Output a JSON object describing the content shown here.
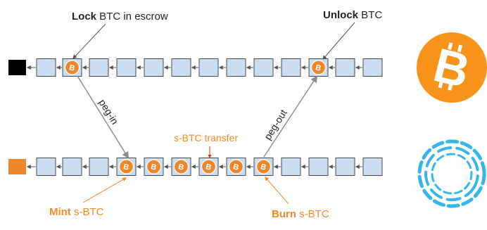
{
  "labels": {
    "lock_bold": "Lock",
    "lock_rest": " BTC in escrow",
    "unlock_bold": "Unlock",
    "unlock_rest": " BTC",
    "peg_in": "peg-in",
    "peg_out": "peg-out",
    "transfer": "s-BTC transfer",
    "mint_bold": "Mint",
    "mint_rest": " s-BTC",
    "burn_bold": "Burn",
    "burn_rest": " s-BTC"
  },
  "coin_glyph": "B",
  "logo_glyph": "B",
  "colors": {
    "block_fill": "#c9dcf0",
    "block_stroke": "#4a4a4a",
    "coin": "#f0862a",
    "genesis_top": "#000000",
    "genesis_bottom": "#f0862a",
    "peg_line": "#8a8a8a",
    "annotation_orange": "#f08a24",
    "bitcoin_logo": "#f7931a",
    "liquid_logo": "#36b6e8"
  },
  "icons": {
    "coin": "bitcoin-coin-icon",
    "big_logo": "bitcoin-logo-icon",
    "sidechain_logo": "liquid-network-icon"
  }
}
